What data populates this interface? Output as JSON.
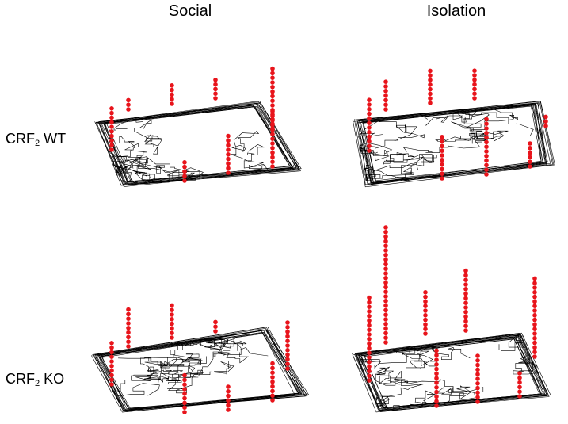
{
  "columns": [
    "Social",
    "Isolation"
  ],
  "rows": [
    {
      "prefix": "CRF",
      "sub": "2",
      "suffix": " WT"
    },
    {
      "prefix": "CRF",
      "sub": "2",
      "suffix": " KO"
    }
  ],
  "colors": {
    "dots": "#e8141b",
    "trace": "#000000"
  },
  "panels": [
    {
      "name": "wt-social",
      "dot_columns": [
        10,
        3,
        5,
        5,
        9,
        14,
        5,
        13
      ]
    },
    {
      "name": "wt-isolation",
      "dot_columns": [
        12,
        7,
        8,
        7,
        13,
        10,
        6,
        3
      ]
    },
    {
      "name": "ko-social",
      "dot_columns": [
        10,
        9,
        8,
        3,
        9,
        9,
        6,
        11
      ]
    },
    {
      "name": "ko-isolation",
      "dot_columns": [
        19,
        26,
        10,
        14,
        13,
        11,
        6,
        18
      ]
    }
  ]
}
